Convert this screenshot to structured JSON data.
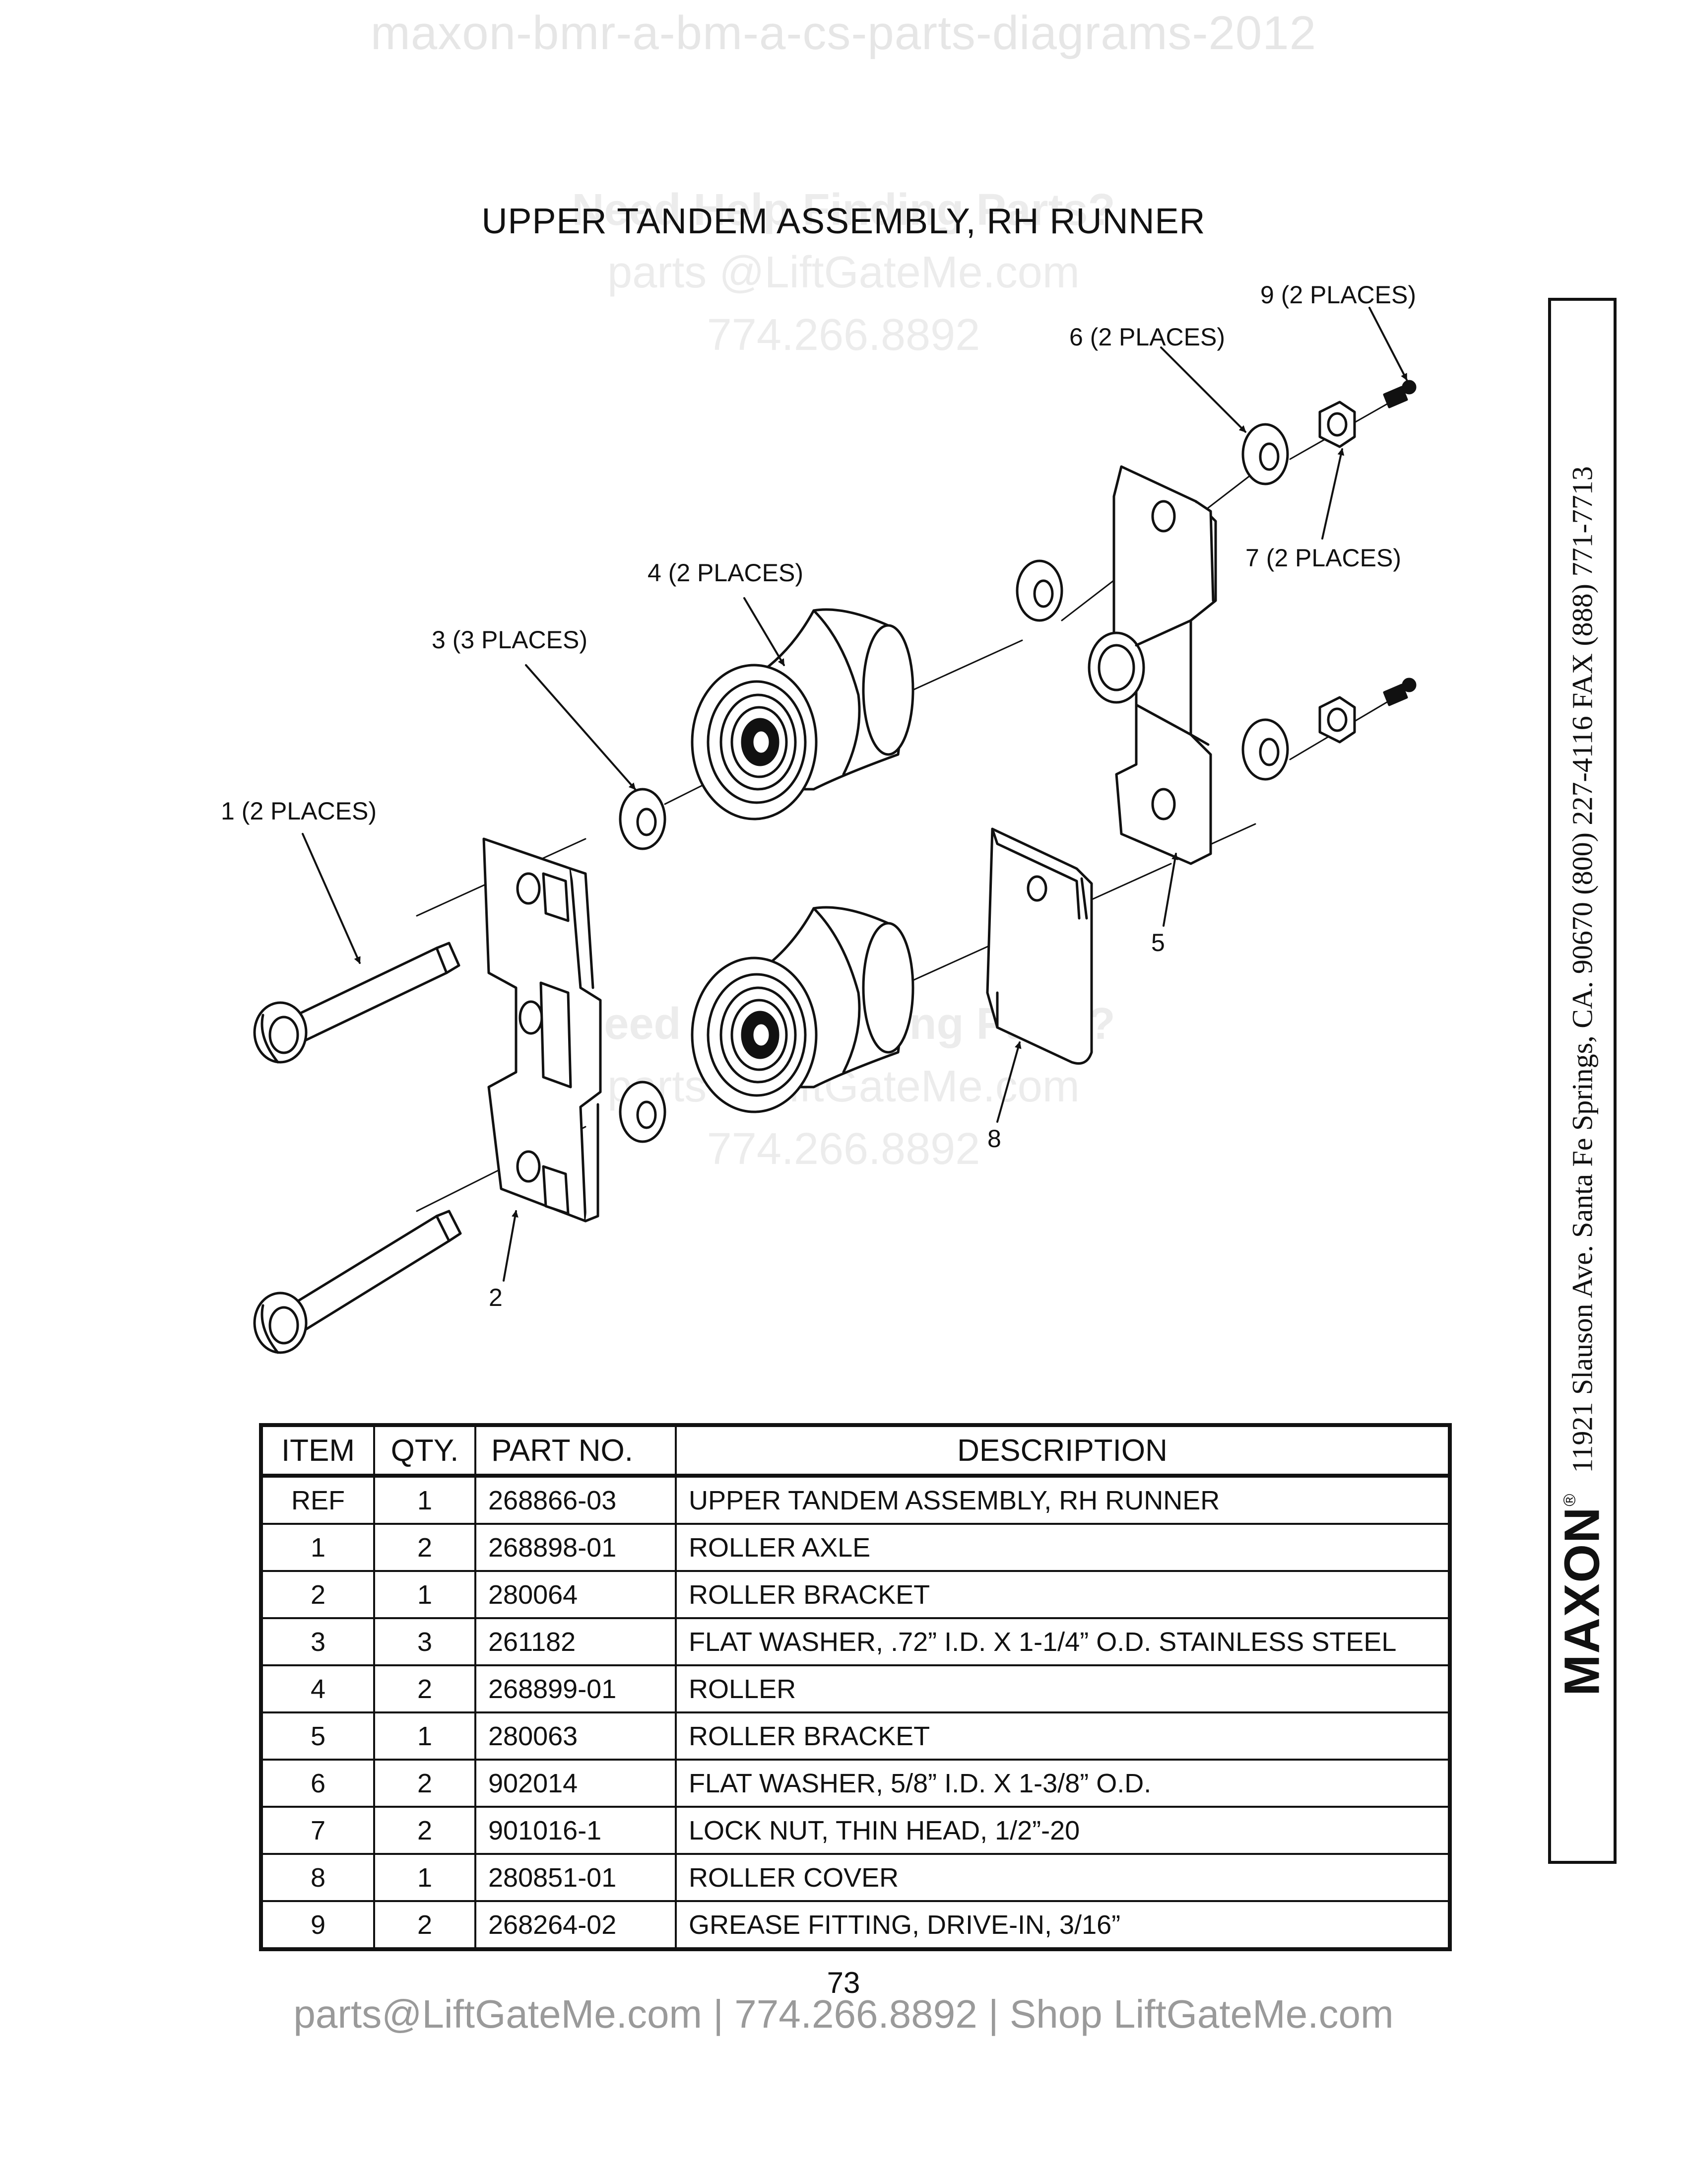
{
  "watermark": {
    "top": "maxon-bmr-a-bm-a-cs-parts-diagrams-2012",
    "help_title": "Need Help Finding Parts?",
    "help_email": "parts @LiftGateMe.com",
    "help_phone": "774.266.8892"
  },
  "title": "UPPER TANDEM ASSEMBLY, RH RUNNER",
  "callouts": {
    "c9": "9 (2 PLACES)",
    "c6": "6 (2 PLACES)",
    "c7": "7 (2 PLACES)",
    "c4": "4 (2 PLACES)",
    "c3": "3 (3 PLACES)",
    "c1": "1 (2 PLACES)",
    "c5": "5",
    "c8": "8",
    "c2": "2"
  },
  "table": {
    "headers": {
      "item": "ITEM",
      "qty": "QTY.",
      "part": "PART NO.",
      "desc": "DESCRIPTION"
    },
    "rows": [
      {
        "item": "REF",
        "qty": "1",
        "part": "268866-03",
        "desc": "UPPER TANDEM ASSEMBLY, RH RUNNER"
      },
      {
        "item": "1",
        "qty": "2",
        "part": "268898-01",
        "desc": "ROLLER AXLE"
      },
      {
        "item": "2",
        "qty": "1",
        "part": "280064",
        "desc": "ROLLER BRACKET"
      },
      {
        "item": "3",
        "qty": "3",
        "part": "261182",
        "desc": "FLAT WASHER, .72” I.D. X 1-1/4” O.D. STAINLESS STEEL"
      },
      {
        "item": "4",
        "qty": "2",
        "part": "268899-01",
        "desc": "ROLLER"
      },
      {
        "item": "5",
        "qty": "1",
        "part": "280063",
        "desc": "ROLLER BRACKET"
      },
      {
        "item": "6",
        "qty": "2",
        "part": "902014",
        "desc": "FLAT WASHER, 5/8” I.D. X 1-3/8” O.D."
      },
      {
        "item": "7",
        "qty": "2",
        "part": "901016-1",
        "desc": "LOCK NUT, THIN HEAD, 1/2”-20"
      },
      {
        "item": "8",
        "qty": "1",
        "part": "280851-01",
        "desc": "ROLLER COVER"
      },
      {
        "item": "9",
        "qty": "2",
        "part": "268264-02",
        "desc": "GREASE FITTING, DRIVE-IN, 3/16”"
      }
    ]
  },
  "sidebar": {
    "brand": "MAXON",
    "registered": "®",
    "address": "11921 Slauson Ave.   Santa Fe Springs, CA.   90670   (800) 227-4116   FAX (888) 771-7713"
  },
  "page_number": "73",
  "footer": "parts@LiftGateMe.com | 774.266.8892 | Shop LiftGateMe.com"
}
